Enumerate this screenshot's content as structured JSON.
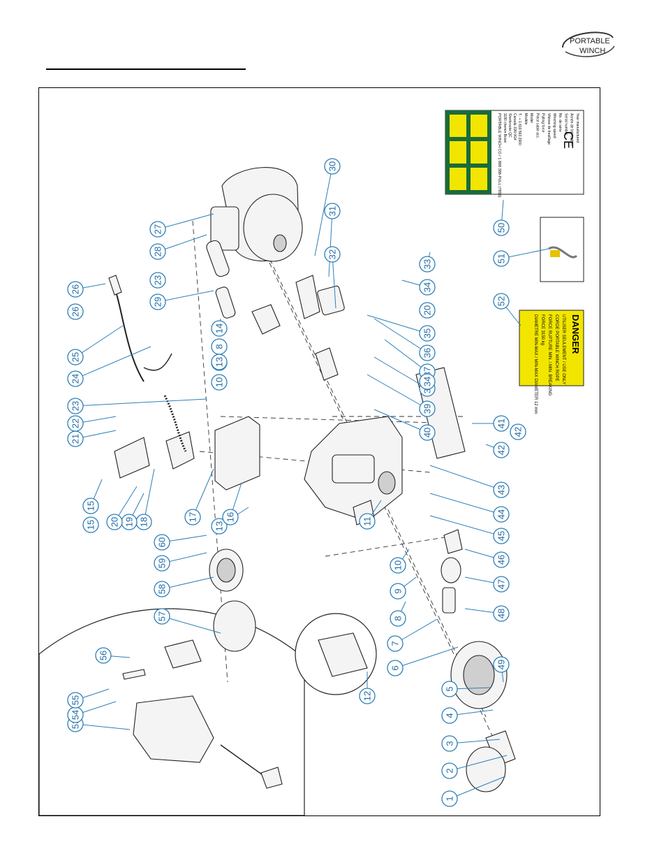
{
  "logo": {
    "line1": "PORTABLE",
    "line2": "WINCH"
  },
  "callouts": [
    "1",
    "2",
    "3",
    "4",
    "5",
    "6",
    "7",
    "8",
    "9",
    "10",
    "11",
    "12",
    "13",
    "14",
    "15",
    "16",
    "17",
    "18",
    "19",
    "20",
    "21",
    "22",
    "23",
    "24",
    "25",
    "26",
    "27",
    "28",
    "29",
    "30",
    "31",
    "32",
    "33",
    "34",
    "35",
    "36",
    "37",
    "38",
    "39",
    "40",
    "41",
    "42",
    "43",
    "44",
    "45",
    "46",
    "47",
    "48",
    "49",
    "50",
    "51",
    "52",
    "53",
    "54",
    "55",
    "56",
    "57",
    "58",
    "59",
    "60"
  ],
  "extra_callouts": [
    "8",
    "9",
    "10",
    "13",
    "15",
    "20",
    "23",
    "26",
    "34",
    "42"
  ],
  "colors": {
    "callout": "#2c7fb8",
    "danger_bg": "#f2e600",
    "label_green": "#1b6b3a"
  },
  "danger_label": {
    "header": "DANGER",
    "lines": [
      "UTILISER SEULEMENT / USE ONLY",
      "CORDE PORTABLE WINCH ROPE",
      "FORCE RUPTURE MIN. / MIN. BREAKING",
      "FORCE 3150 kg",
      "DIAMETRE MIN-MAX / MIN-MAX DIAMETER 12 mm"
    ]
  },
  "id_plate": {
    "company": "PORTABLE WINCH CO / 1 888 388-PULL (7855)",
    "address_lines": [
      "1180 chemin Boisé",
      "Sherbrooke QC",
      "Canada J1N 0G4",
      "T.: + 1 819 563 2900"
    ],
    "fields": [
      "Modèle",
      "Model",
      "Pièce cable acc.",
      "Pulling force",
      "Vitesse de treuillage",
      "Winching speed",
      "No. de série",
      "Serial number",
      "Année de fabrication",
      "Year manufactured"
    ]
  }
}
